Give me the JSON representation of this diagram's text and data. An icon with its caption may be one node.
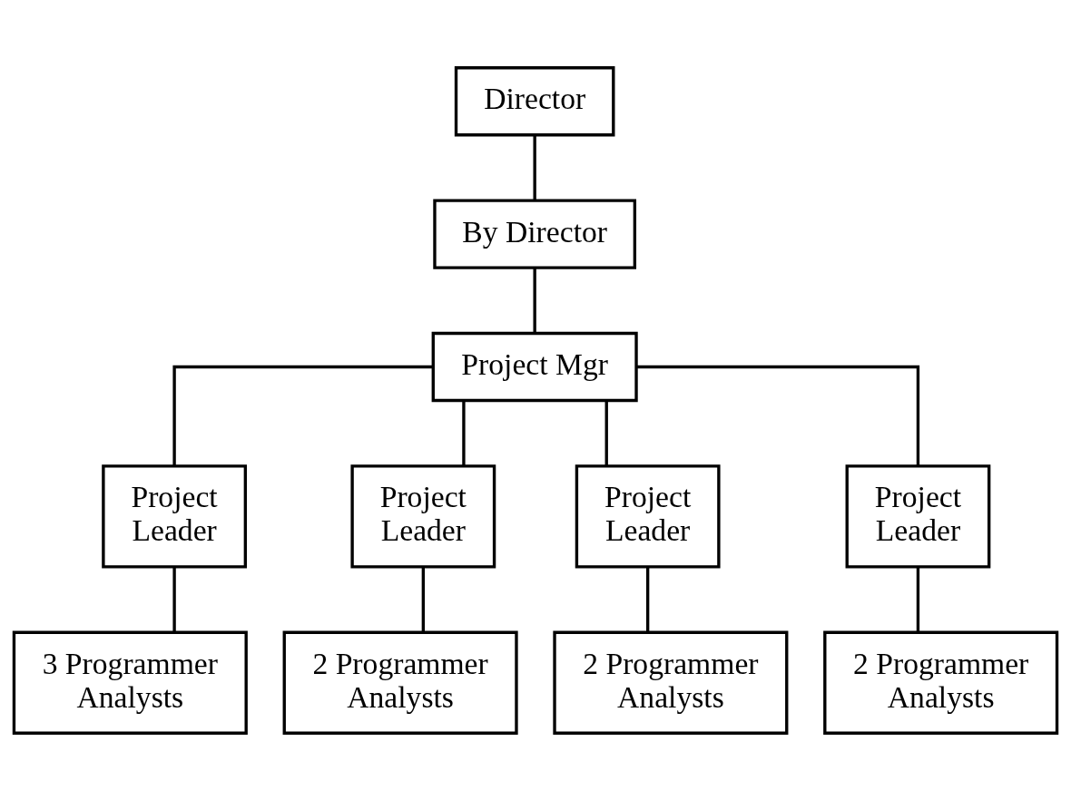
{
  "diagram": {
    "nodes": [
      {
        "text": [
          "Director"
        ]
      },
      {
        "text": [
          "By Director"
        ]
      },
      {
        "text": [
          "Project Mgr"
        ]
      },
      {
        "text": [
          "Project Leader"
        ]
      },
      {
        "text": [
          "Project Leader"
        ]
      },
      {
        "text": [
          "Project Leader"
        ]
      },
      {
        "text": [
          "Project Leader"
        ]
      },
      {
        "text": [
          "3 Programmer Analysts"
        ]
      },
      {
        "text": [
          "2 Programmer Analysts"
        ]
      },
      {
        "text": [
          "2 Programmer Analysts"
        ]
      },
      {
        "text": [
          "2 Programmer Analysts"
        ]
      }
    ],
    "edges": [
      {
        "from": 0,
        "to": 1,
        "arrow": "none"
      },
      {
        "from": 1,
        "to": 2,
        "arrow": "none"
      },
      {
        "from": 2,
        "to": 3,
        "arrow": "none"
      },
      {
        "from": 2,
        "to": 4,
        "arrow": "none"
      },
      {
        "from": 2,
        "to": 5,
        "arrow": "none"
      },
      {
        "from": 2,
        "to": 6,
        "arrow": "none"
      },
      {
        "from": 3,
        "to": 7,
        "arrow": "none"
      },
      {
        "from": 4,
        "to": 8,
        "arrow": "none"
      },
      {
        "from": 5,
        "to": 9,
        "arrow": "none"
      },
      {
        "from": 6,
        "to": 10,
        "arrow": "none"
      }
    ]
  }
}
